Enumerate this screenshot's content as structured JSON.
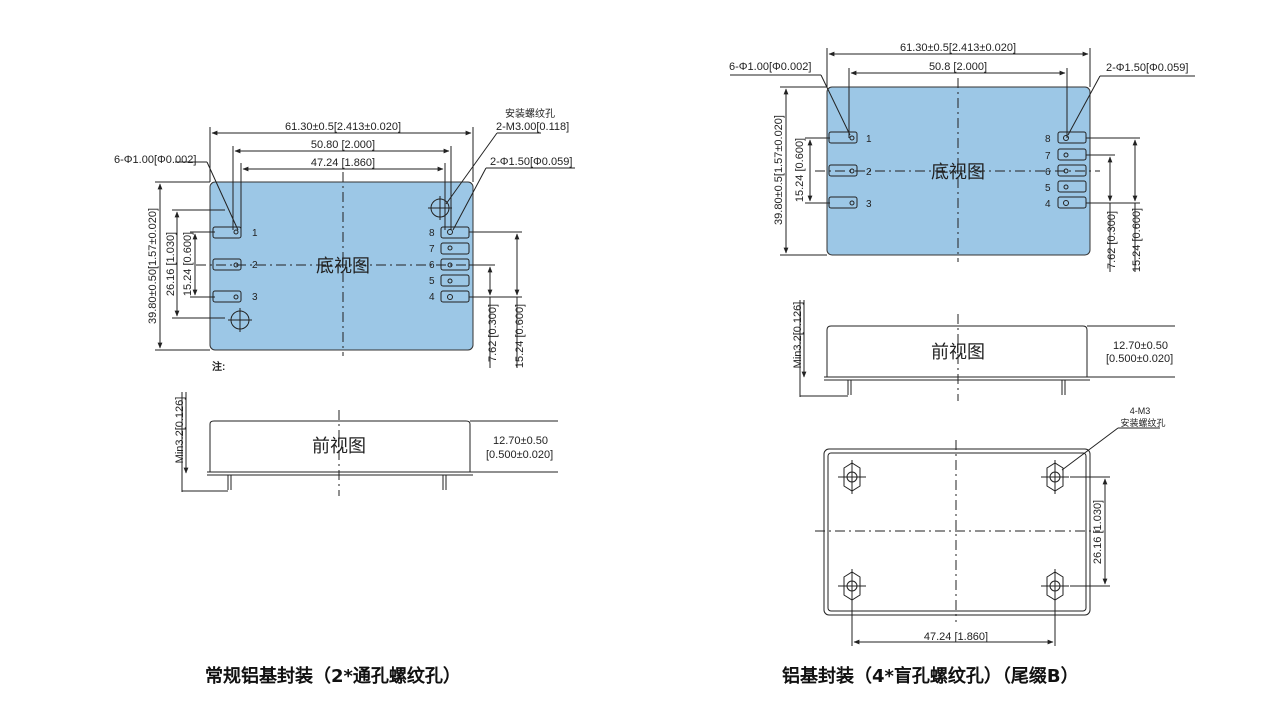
{
  "left": {
    "bottom_view": {
      "title": "底视图",
      "dim_overall_width": "61.30±0.5[2.413±0.020]",
      "dim_outer_pins": "50.80 [2.000]",
      "dim_inner_pins": "47.24 [1.860]",
      "pin_callout": "6-Φ1.00[Φ0.002]",
      "mount_callout_1": "安装螺纹孔",
      "mount_callout_2": "2-M3.00[0.118]",
      "big_pin_callout": "2-Φ1.50[Φ0.059]",
      "dim_height": "39.80±0.50[1.57±0.020]",
      "dim_pin_span_large": "26.16 [1.030]",
      "dim_pin_span_small": "15.24 [0.600]",
      "dim_right_small": "7.62 [0.300]",
      "dim_right_large": "15.24 [0.600]",
      "note": "注:",
      "pins_left": [
        "1",
        "2",
        "3"
      ],
      "pins_right": [
        "8",
        "7",
        "6",
        "5",
        "4"
      ]
    },
    "front_view": {
      "title": "前视图",
      "dim_min": "Min3.2[0.126]",
      "dim_height_1": "12.70±0.50",
      "dim_height_2": "[0.500±0.020]"
    },
    "caption": "常规铝基封装（2*通孔螺纹孔）"
  },
  "right": {
    "bottom_view": {
      "title": "底视图",
      "dim_overall_width": "61.30±0.5[2.413±0.020]",
      "dim_outer_pins": "50.8 [2.000]",
      "pin_callout": "6-Φ1.00[Φ0.002]",
      "big_pin_callout": "2-Φ1.50[Φ0.059]",
      "dim_height": "39.80±0.5[1.57±0.020]",
      "dim_pin_span_small": "15.24 [0.600]",
      "dim_right_small": "7.62 [0.300]",
      "dim_right_large": "15.24 [0.600]",
      "pins_left": [
        "1",
        "2",
        "3"
      ],
      "pins_right": [
        "8",
        "7",
        "6",
        "5",
        "4"
      ]
    },
    "front_view": {
      "title": "前视图",
      "dim_min": "Min3.2[0.126]",
      "dim_height_1": "12.70±0.50",
      "dim_height_2": "[0.500±0.020]"
    },
    "top_view": {
      "callout_1": "4-M3",
      "callout_2": "安装螺纹孔",
      "dim_vertical": "26.16 [1.030]",
      "dim_bottom": "47.24 [1.860]"
    },
    "caption": "铝基封装（4*盲孔螺纹孔）（尾缀B）"
  },
  "colors": {
    "panel_fill": "#9cc7e6",
    "line": "#222222"
  }
}
